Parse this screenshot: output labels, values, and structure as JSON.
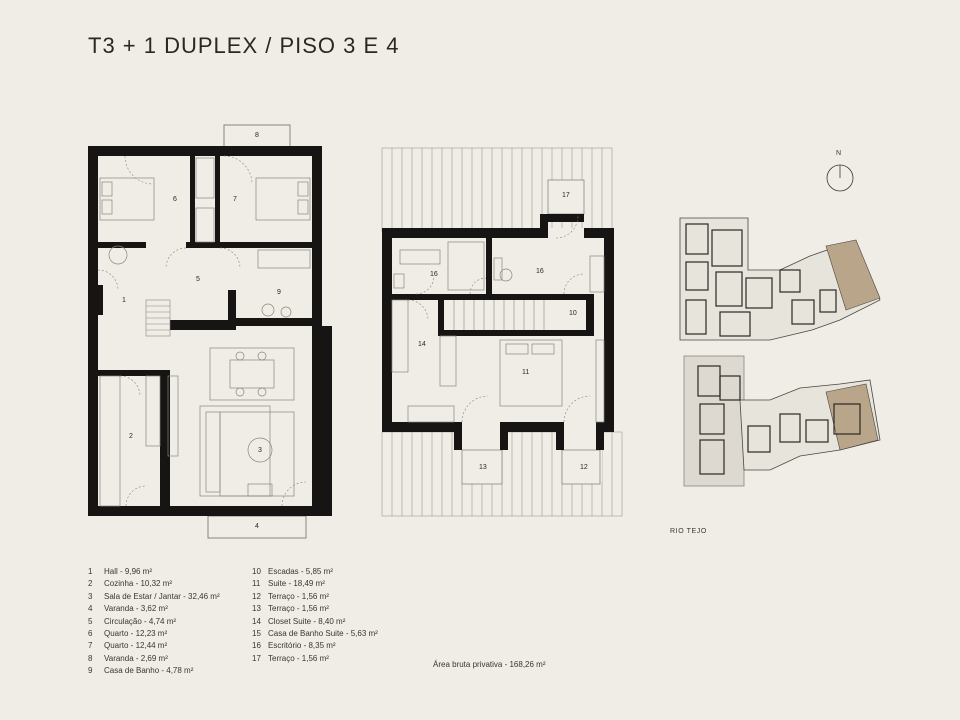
{
  "title": "T3 + 1 DUPLEX / PISO 3 E 4",
  "compass_label": "N",
  "river_label": "RIO TEJO",
  "total_area": "Área bruta privativa - 168,26 m²",
  "rooms_floor3": [
    {
      "num": "1",
      "label": "Hall - 9,96 m²"
    },
    {
      "num": "2",
      "label": "Cozinha - 10,32 m²"
    },
    {
      "num": "3",
      "label": "Sala de Estar / Jantar - 32,46 m²"
    },
    {
      "num": "4",
      "label": "Varanda - 3,62 m²"
    },
    {
      "num": "5",
      "label": "Circulação - 4,74 m²"
    },
    {
      "num": "6",
      "label": "Quarto - 12,23 m²"
    },
    {
      "num": "7",
      "label": "Quarto - 12,44 m²"
    },
    {
      "num": "8",
      "label": "Varanda - 2,69 m²"
    },
    {
      "num": "9",
      "label": "Casa de Banho - 4,78 m²"
    }
  ],
  "rooms_floor4": [
    {
      "num": "10",
      "label": "Escadas - 5,85 m²"
    },
    {
      "num": "11",
      "label": "Suite - 18,49 m²"
    },
    {
      "num": "12",
      "label": "Terraço - 1,56 m²"
    },
    {
      "num": "13",
      "label": "Terraço - 1,56 m²"
    },
    {
      "num": "14",
      "label": "Closet Suite - 8,40 m²"
    },
    {
      "num": "15",
      "label": "Casa de Banho Suite - 5,63 m²"
    },
    {
      "num": "16",
      "label": "Escritório - 8,35 m²"
    },
    {
      "num": "17",
      "label": "Terraço - 1,56 m²"
    }
  ],
  "plan_labels": {
    "r1": "1",
    "r2": "2",
    "r3": "3",
    "r4": "4",
    "r5": "5",
    "r6": "6",
    "r7": "7",
    "r8": "8",
    "r9": "9",
    "r10": "10",
    "r11": "11",
    "r12": "12",
    "r13": "13",
    "r14": "14",
    "r15": "16",
    "r16": "16",
    "r17": "17"
  },
  "colors": {
    "wall": "#161514",
    "line": "#8a857e",
    "highlight": "#b8a58a",
    "background": "#efede6"
  }
}
